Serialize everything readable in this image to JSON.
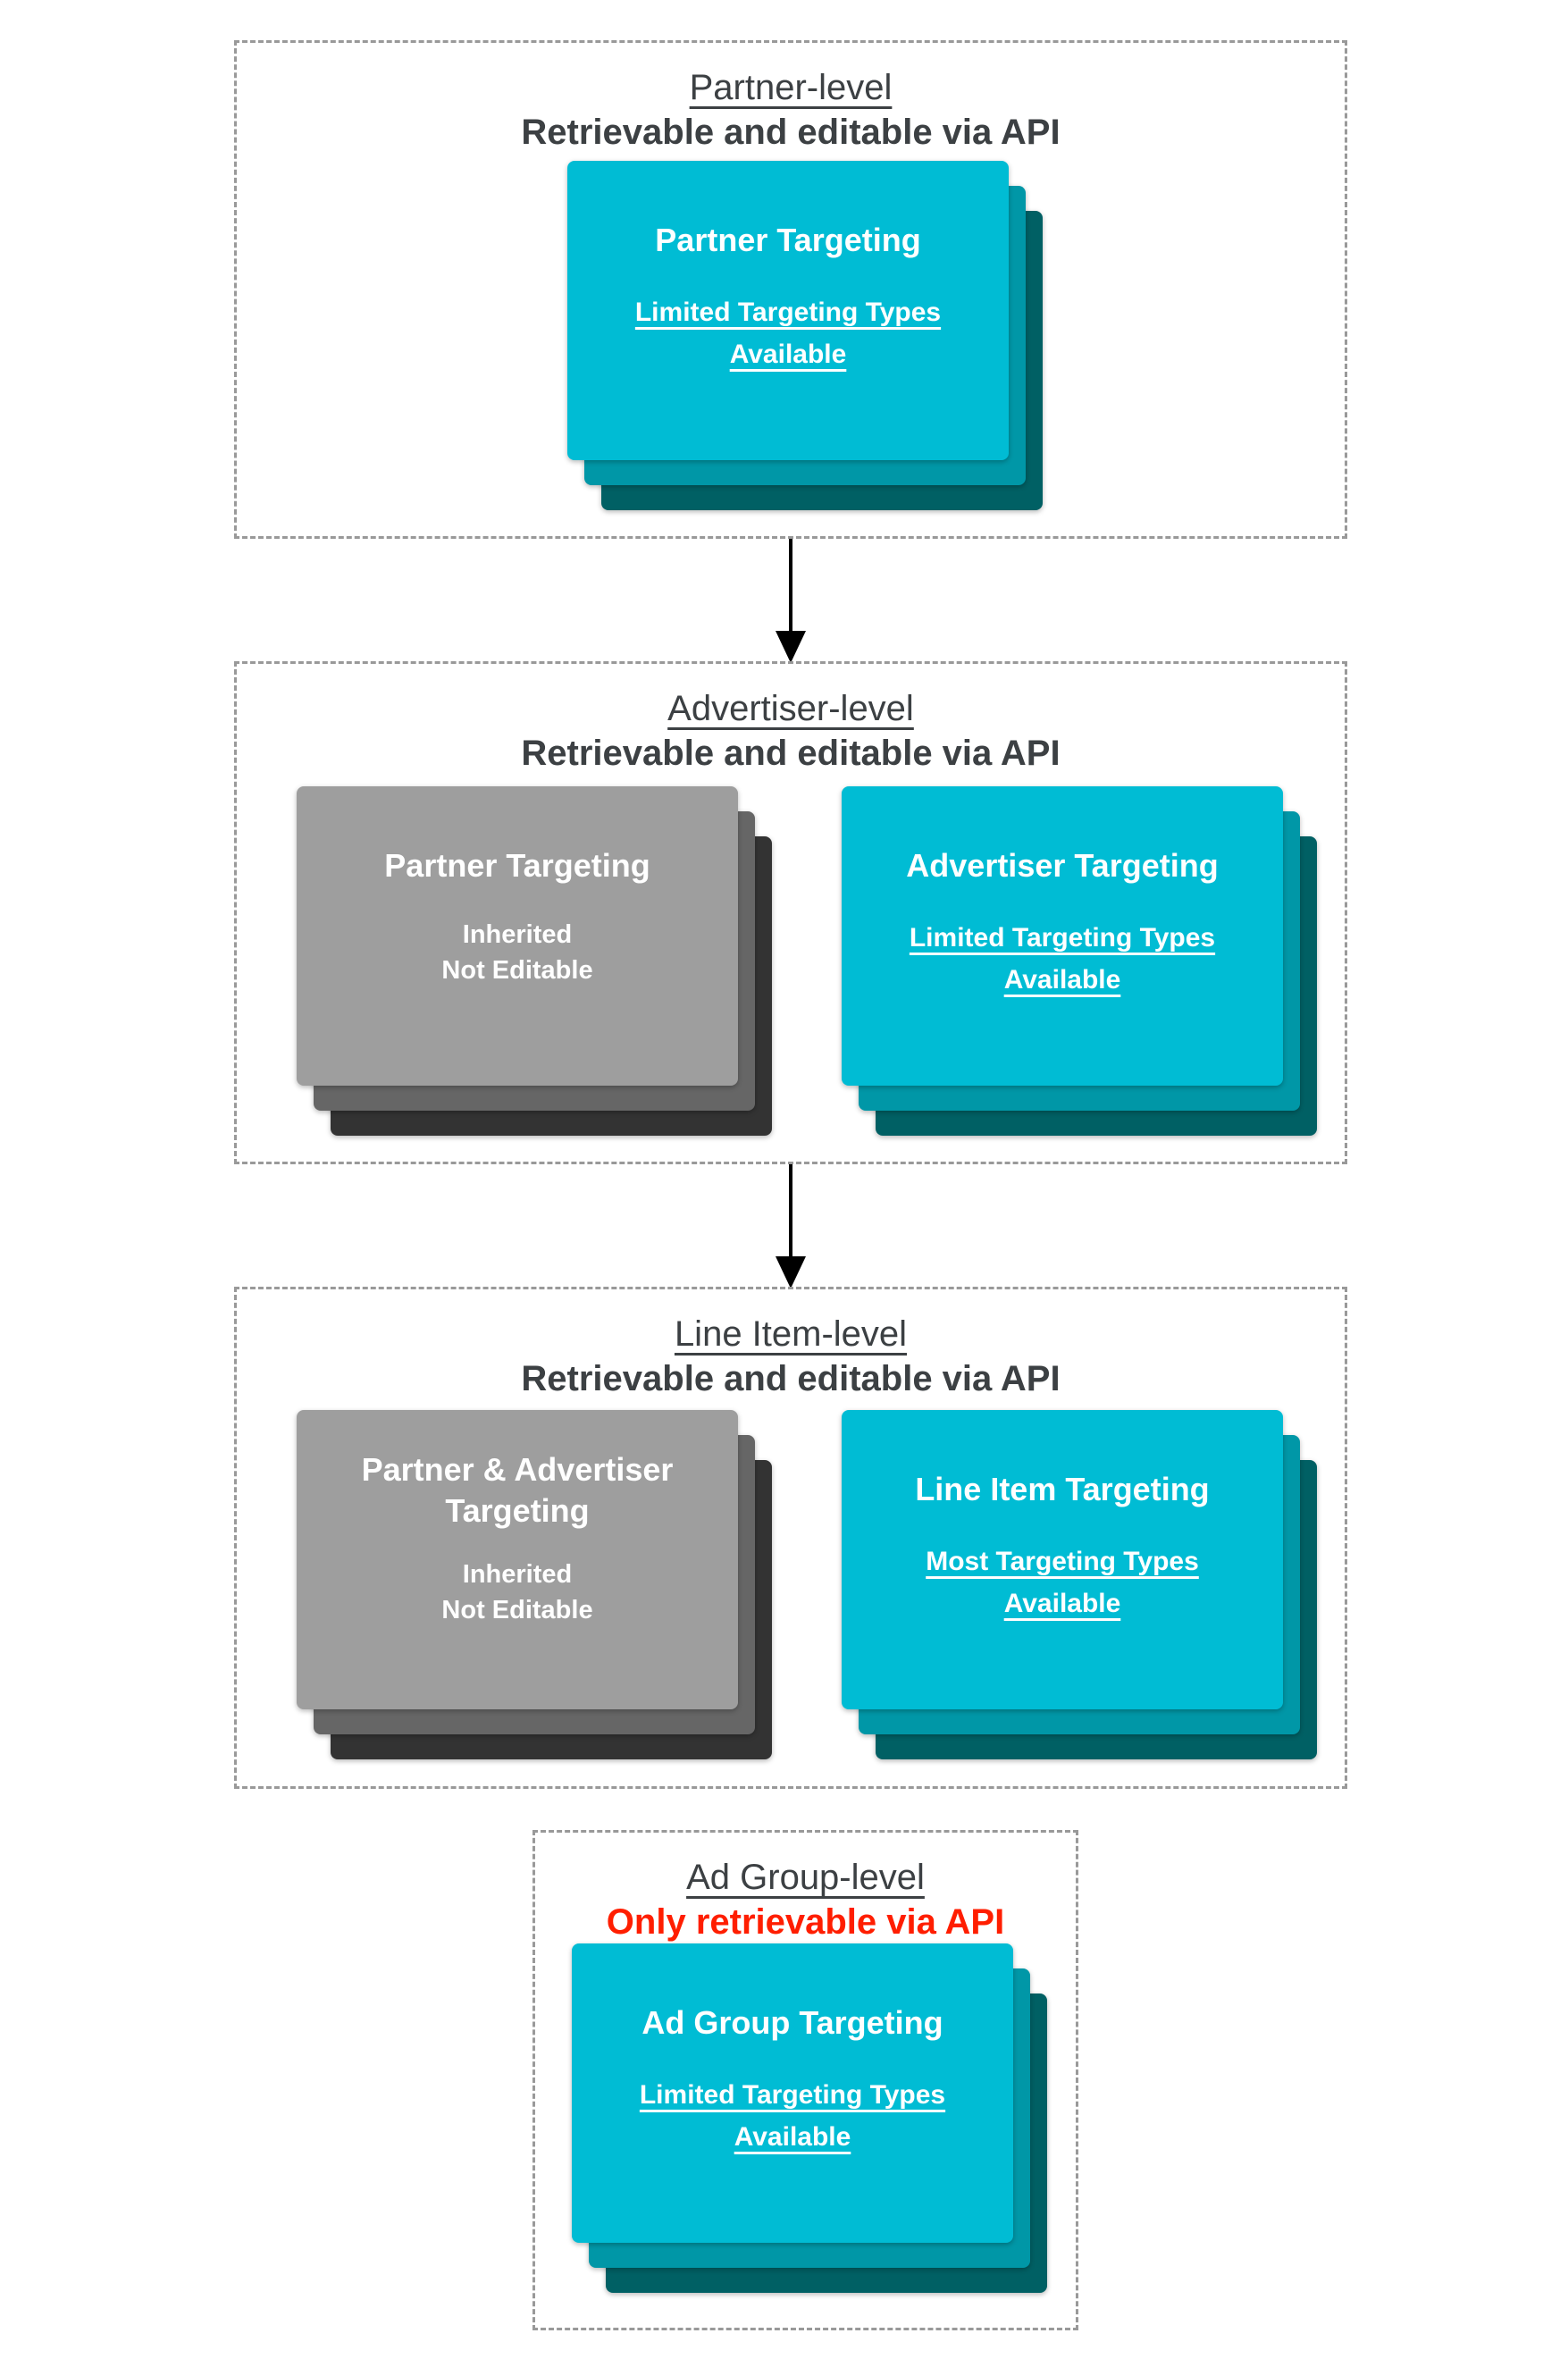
{
  "colors": {
    "background": "#ffffff",
    "section_border": "#999999",
    "heading_text": "#3c4043",
    "alert_text": "#ff1e00",
    "arrow": "#000000",
    "card_text": "#ffffff",
    "cyan_front": "#00bcd4",
    "cyan_mid": "#0097a7",
    "cyan_back": "#006064",
    "gray_front": "#9e9e9e",
    "gray_mid": "#666666",
    "gray_back": "#333333"
  },
  "sections": [
    {
      "title": "Partner-level",
      "subtitle": "Retrievable and editable via API",
      "emphasis": "normal",
      "cards": [
        {
          "style": "cyan",
          "title": "Partner Targeting",
          "body": "Limited Targeting Types Available",
          "body_lines": [
            "Limited Targeting Types",
            "Available"
          ],
          "body_underlined": true
        }
      ]
    },
    {
      "title": "Advertiser-level",
      "subtitle": "Retrievable and editable via API",
      "emphasis": "normal",
      "cards": [
        {
          "style": "gray",
          "title": "Partner Targeting",
          "body": "Inherited Not Editable",
          "body_lines": [
            "Inherited",
            "Not Editable"
          ],
          "body_underlined": false
        },
        {
          "style": "cyan",
          "title": "Advertiser Targeting",
          "body": "Limited Targeting Types Available",
          "body_lines": [
            "Limited Targeting Types",
            "Available"
          ],
          "body_underlined": true
        }
      ]
    },
    {
      "title": "Line Item-level",
      "subtitle": "Retrievable and editable via API",
      "emphasis": "normal",
      "cards": [
        {
          "style": "gray",
          "title": "Partner & Advertiser Targeting",
          "body": "Inherited Not Editable",
          "body_lines": [
            "Inherited",
            "Not Editable"
          ],
          "body_underlined": false
        },
        {
          "style": "cyan",
          "title": "Line Item Targeting",
          "body": "Most Targeting Types Available",
          "body_lines": [
            "Most Targeting Types",
            "Available"
          ],
          "body_underlined": true
        }
      ]
    },
    {
      "title": "Ad Group-level",
      "subtitle": "Only retrievable via API",
      "emphasis": "red",
      "cards": [
        {
          "style": "cyan",
          "title": "Ad Group Targeting",
          "body": "Limited Targeting Types Available",
          "body_lines": [
            "Limited Targeting Types",
            "Available"
          ],
          "body_underlined": true
        }
      ]
    }
  ],
  "arrows": [
    {
      "direction": "down",
      "from": "Partner-level",
      "to": "Advertiser-level"
    },
    {
      "direction": "down",
      "from": "Advertiser-level",
      "to": "Line Item-level"
    }
  ]
}
